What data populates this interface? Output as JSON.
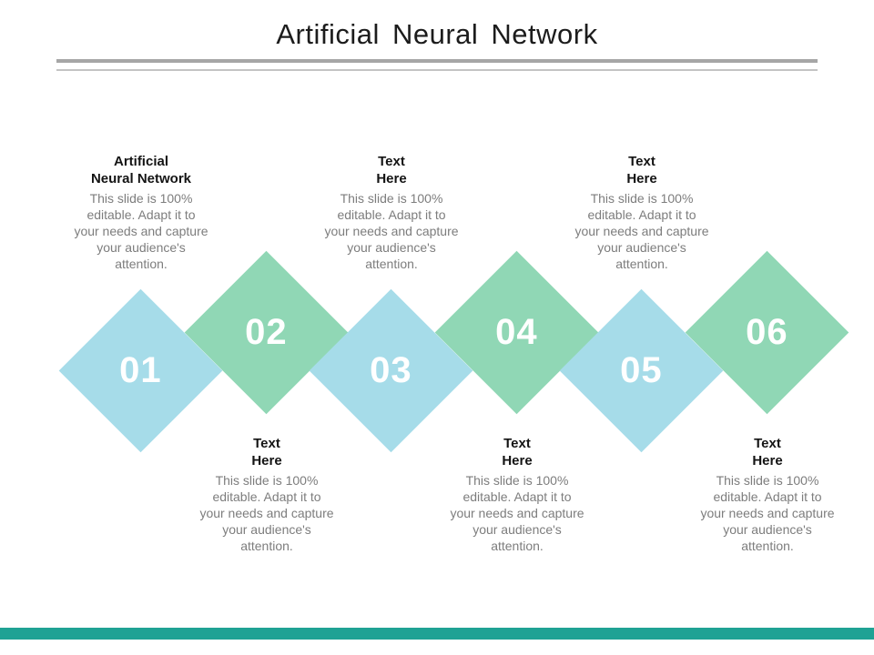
{
  "slide": {
    "title": "Artificial Neural Network",
    "colors": {
      "diamond_blue": "#a6dce9",
      "diamond_green": "#90d7b5",
      "divider_dark": "#a6a6a6",
      "divider_light": "#c3c3c3",
      "footer_bar": "#1fa294",
      "heading_text": "#141414",
      "body_text": "#7d7d7d",
      "number_text": "#ffffff"
    }
  },
  "body_text": "This slide is 100% editable. Adapt it to your needs and capture your audience's attention.",
  "top_blocks": [
    {
      "heading_line1": "Artificial",
      "heading_line2": "Neural Network"
    },
    {
      "heading_line1": "Text",
      "heading_line2": "Here"
    },
    {
      "heading_line1": "Text",
      "heading_line2": "Here"
    }
  ],
  "bottom_blocks": [
    {
      "heading_line1": "Text",
      "heading_line2": "Here"
    },
    {
      "heading_line1": "Text",
      "heading_line2": "Here"
    },
    {
      "heading_line1": "Text",
      "heading_line2": "Here"
    }
  ],
  "diamonds": [
    {
      "number": "01",
      "color": "blue"
    },
    {
      "number": "02",
      "color": "green"
    },
    {
      "number": "03",
      "color": "blue"
    },
    {
      "number": "04",
      "color": "green"
    },
    {
      "number": "05",
      "color": "blue"
    },
    {
      "number": "06",
      "color": "green"
    }
  ]
}
